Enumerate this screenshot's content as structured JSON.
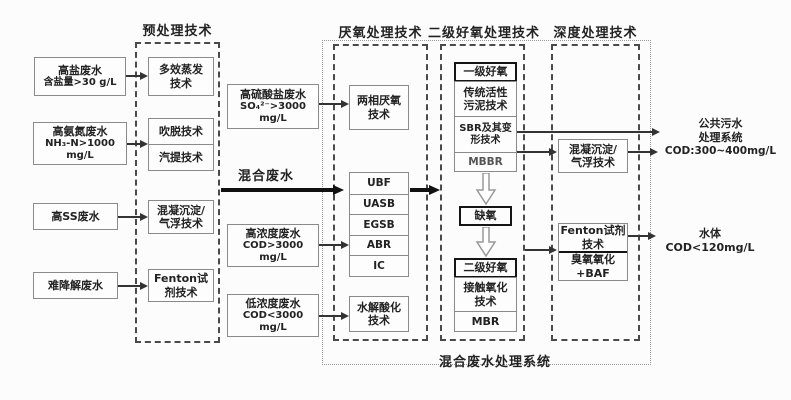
{
  "headers": {
    "pretreatment": "预处理技术",
    "anaerobic": "厌氧处理技术",
    "secondary_aerobic": "二级好氧处理技术",
    "advanced": "深度处理技术"
  },
  "inputs": [
    {
      "line1": "高盐废水",
      "line2": "含盐量>30 g/L"
    },
    {
      "line1": "高氨氮废水",
      "line2": "NH₃-N>1000 mg/L"
    },
    {
      "line1": "高SS废水"
    },
    {
      "line1": "难降解废水"
    }
  ],
  "pretreatment": {
    "evaporation": {
      "line1": "多效蒸发",
      "line2": "技术"
    },
    "stripping": "吹脱技术",
    "steam_stripping": "汽提技术",
    "coagulation": {
      "line1": "混凝沉淀/",
      "line2": "气浮技术"
    },
    "fenton": {
      "line1": "Fenton试",
      "line2": "剂技术"
    }
  },
  "mid": {
    "sulfate": {
      "line1": "高硫酸盐废水",
      "line2": "SO₄²⁻>3000 mg/L"
    },
    "mixed_label": "混合废水",
    "high_cod": {
      "line1": "高浓度废水",
      "line2": "COD>3000 mg/L"
    },
    "low_cod": {
      "line1": "低浓度废水",
      "line2": "COD<3000 mg/L"
    }
  },
  "anaerobic": {
    "two_phase": {
      "line1": "两相厌氧",
      "line2": "技术"
    },
    "reactors": [
      "UBF",
      "UASB",
      "EGSB",
      "ABR",
      "IC"
    ],
    "hydrolysis": {
      "line1": "水解酸化",
      "line2": "技术"
    }
  },
  "aerobic": {
    "primary": "一级好氧",
    "activated_sludge": {
      "line1": "传统活性",
      "line2": "污泥技术"
    },
    "sbr": {
      "line1": "SBR及其变",
      "line2": "形技术"
    },
    "mbbr": "MBBR",
    "anoxic": "缺氧",
    "secondary": "二级好氧",
    "contact_oxidation": {
      "line1": "接触氧化",
      "line2": "技术"
    },
    "mbr": "MBR"
  },
  "advanced": {
    "coagulation": {
      "line1": "混凝沉淀/",
      "line2": "气浮技术"
    },
    "fenton": {
      "line1": "Fenton试剂",
      "line2": "技术"
    },
    "ozone": {
      "line1": "臭氧氧化",
      "line2": "+BAF"
    }
  },
  "outputs": {
    "public_sewage": {
      "line1": "公共污水",
      "line2": "处理系统",
      "line3": "COD:300~400mg/L"
    },
    "water_body": {
      "line1": "水体",
      "line2": "COD<120mg/L"
    }
  },
  "system_label": "混合废水处理系统",
  "colors": {
    "line": "#333333",
    "box_border": "#8a8a8a",
    "dash_border": "#4a4a4a",
    "background": "#fcfcfc"
  }
}
